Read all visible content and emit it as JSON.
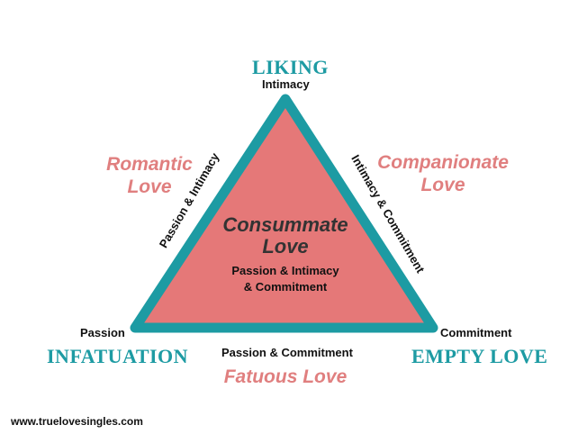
{
  "colors": {
    "triangle_fill": "#e57878",
    "triangle_stroke": "#1d9ba3",
    "teal_text": "#1d9ba3",
    "pink_text": "#e07f7f"
  },
  "vertices": {
    "top": {
      "title": "LIKING",
      "component": "Intimacy"
    },
    "bottom_left": {
      "title": "INFATUATION",
      "component": "Passion"
    },
    "bottom_right": {
      "title": "EMPTY LOVE",
      "component": "Commitment"
    }
  },
  "sides": {
    "left": {
      "combo": "Passion & Intimacy",
      "love_type_line1": "Romantic",
      "love_type_line2": "Love"
    },
    "right": {
      "combo": "Intimacy & Commitment",
      "love_type_line1": "Companionate",
      "love_type_line2": "Love"
    },
    "bottom": {
      "combo": "Passion & Commitment",
      "love_type": "Fatuous Love"
    }
  },
  "center": {
    "title_line1": "Consummate",
    "title_line2": "Love",
    "sub_line1": "Passion & Intimacy",
    "sub_line2": "& Commitment"
  },
  "footer": {
    "website": "www.truelovesingles.com"
  }
}
